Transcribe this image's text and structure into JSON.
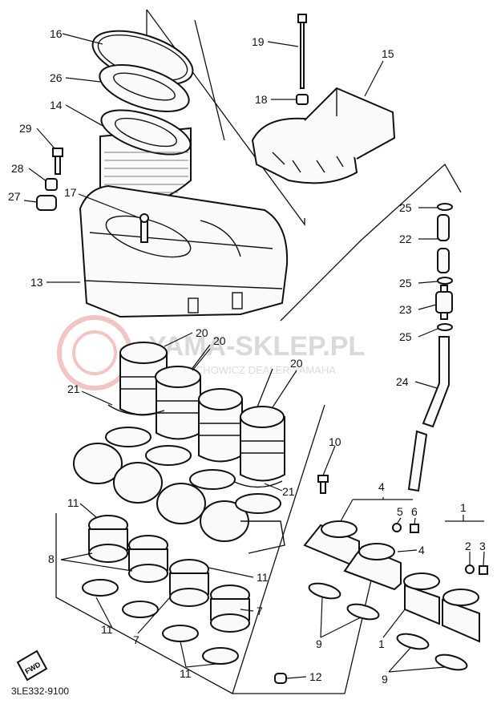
{
  "diagram_code": "3LE332-9100",
  "fwd_label": "FWD",
  "watermark": {
    "title": "YAMA-SKLEP.PL",
    "subtitle": "OJ  ECHOWICZ DEALER YAMAHA"
  },
  "callouts": [
    "16",
    "26",
    "14",
    "29",
    "28",
    "27",
    "17",
    "13",
    "19",
    "15",
    "18",
    "25",
    "22",
    "25",
    "23",
    "25",
    "24",
    "20",
    "20",
    "20",
    "21",
    "21",
    "10",
    "4",
    "5",
    "6",
    "4",
    "1",
    "2",
    "3",
    "11",
    "8",
    "11",
    "7",
    "11",
    "7",
    "11",
    "12",
    "9",
    "1",
    "9"
  ]
}
